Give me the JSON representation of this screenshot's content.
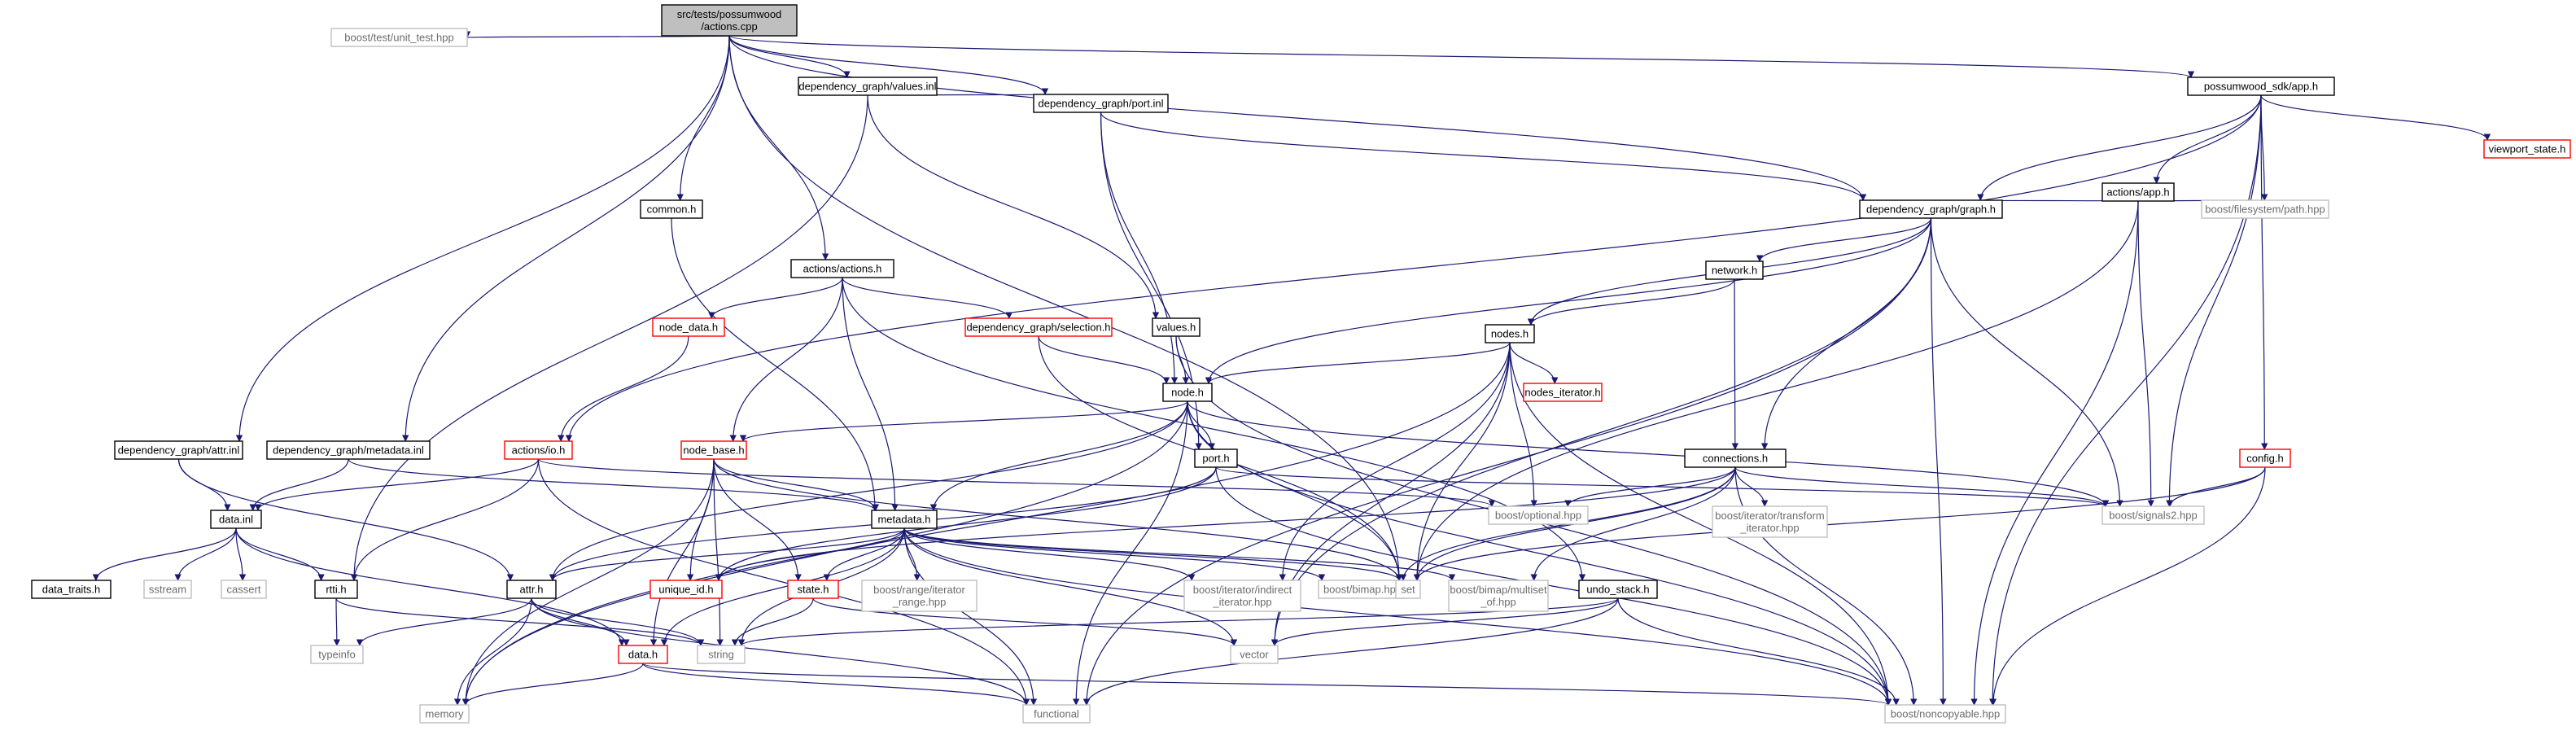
{
  "colors": {
    "root_fill": "#bfbfbf",
    "node_border": "#000000",
    "missing_border": "#ff0000",
    "external_border": "#bfbfbf",
    "edge": "#191970",
    "background": "#ffffff"
  },
  "nodes": {
    "root": {
      "lines": [
        "src/tests/possumwood",
        "/actions.cpp"
      ],
      "kind": "root"
    },
    "unit_test": {
      "lines": [
        "boost/test/unit_test.hpp"
      ],
      "kind": "external"
    },
    "values_inl": {
      "lines": [
        "dependency_graph/values.inl"
      ],
      "kind": "normal"
    },
    "port_inl": {
      "lines": [
        "dependency_graph/port.inl"
      ],
      "kind": "normal"
    },
    "app_h": {
      "lines": [
        "possumwood_sdk/app.h"
      ],
      "kind": "normal"
    },
    "viewport_state": {
      "lines": [
        "viewport_state.h"
      ],
      "kind": "missing"
    },
    "actions_app": {
      "lines": [
        "actions/app.h"
      ],
      "kind": "normal"
    },
    "fs_path": {
      "lines": [
        "boost/filesystem/path.hpp"
      ],
      "kind": "external"
    },
    "common_h": {
      "lines": [
        "common.h"
      ],
      "kind": "normal"
    },
    "graph_h": {
      "lines": [
        "dependency_graph/graph.h"
      ],
      "kind": "normal"
    },
    "actions_h": {
      "lines": [
        "actions/actions.h"
      ],
      "kind": "normal"
    },
    "network_h": {
      "lines": [
        "network.h"
      ],
      "kind": "normal"
    },
    "node_data": {
      "lines": [
        "node_data.h"
      ],
      "kind": "missing"
    },
    "selection_h": {
      "lines": [
        "dependency_graph/selection.h"
      ],
      "kind": "missing"
    },
    "values_h": {
      "lines": [
        "values.h"
      ],
      "kind": "normal"
    },
    "nodes_h": {
      "lines": [
        "nodes.h"
      ],
      "kind": "normal"
    },
    "nodes_iter": {
      "lines": [
        "nodes_iterator.h"
      ],
      "kind": "missing"
    },
    "node_h": {
      "lines": [
        "node.h"
      ],
      "kind": "normal"
    },
    "attr_inl": {
      "lines": [
        "dependency_graph/attr.inl"
      ],
      "kind": "normal"
    },
    "metadata_inl": {
      "lines": [
        "dependency_graph/metadata.inl"
      ],
      "kind": "normal"
    },
    "actions_io": {
      "lines": [
        "actions/io.h"
      ],
      "kind": "missing"
    },
    "node_base": {
      "lines": [
        "node_base.h"
      ],
      "kind": "missing"
    },
    "port_h": {
      "lines": [
        "port.h"
      ],
      "kind": "normal"
    },
    "connections_h": {
      "lines": [
        "connections.h"
      ],
      "kind": "normal"
    },
    "config_h": {
      "lines": [
        "config.h"
      ],
      "kind": "missing"
    },
    "signals2": {
      "lines": [
        "boost/signals2.hpp"
      ],
      "kind": "external"
    },
    "optional": {
      "lines": [
        "boost/optional.hpp"
      ],
      "kind": "external"
    },
    "transform_iter": {
      "lines": [
        "boost/iterator/transform",
        "_iterator.hpp"
      ],
      "kind": "external"
    },
    "data_inl": {
      "lines": [
        "data.inl"
      ],
      "kind": "normal"
    },
    "metadata_h": {
      "lines": [
        "metadata.h"
      ],
      "kind": "normal"
    },
    "data_traits": {
      "lines": [
        "data_traits.h"
      ],
      "kind": "normal"
    },
    "sstream": {
      "lines": [
        "sstream"
      ],
      "kind": "external"
    },
    "cassert": {
      "lines": [
        "cassert"
      ],
      "kind": "external"
    },
    "rtti_h": {
      "lines": [
        "rtti.h"
      ],
      "kind": "normal"
    },
    "unique_id": {
      "lines": [
        "unique_id.h"
      ],
      "kind": "missing"
    },
    "state_h": {
      "lines": [
        "state.h"
      ],
      "kind": "missing"
    },
    "range_iter": {
      "lines": [
        "boost/range/iterator",
        "_range.hpp"
      ],
      "kind": "external"
    },
    "indirect_iter": {
      "lines": [
        "boost/iterator/indirect",
        "_iterator.hpp"
      ],
      "kind": "external"
    },
    "bimap": {
      "lines": [
        "boost/bimap.hpp"
      ],
      "kind": "external"
    },
    "bimap_multiset": {
      "lines": [
        "boost/bimap/multiset",
        "_of.hpp"
      ],
      "kind": "external"
    },
    "set": {
      "lines": [
        "set"
      ],
      "kind": "external"
    },
    "undo_stack": {
      "lines": [
        "undo_stack.h"
      ],
      "kind": "normal"
    },
    "attr_h": {
      "lines": [
        "attr.h"
      ],
      "kind": "normal"
    },
    "typeinfo": {
      "lines": [
        "typeinfo"
      ],
      "kind": "external"
    },
    "data_h": {
      "lines": [
        "data.h"
      ],
      "kind": "missing"
    },
    "string": {
      "lines": [
        "string"
      ],
      "kind": "external"
    },
    "vector": {
      "lines": [
        "vector"
      ],
      "kind": "external"
    },
    "memory": {
      "lines": [
        "memory"
      ],
      "kind": "external"
    },
    "functional": {
      "lines": [
        "functional"
      ],
      "kind": "external"
    },
    "noncopyable": {
      "lines": [
        "boost/noncopyable.hpp"
      ],
      "kind": "external"
    }
  },
  "edges": [
    [
      "root",
      "unit_test"
    ],
    [
      "root",
      "values_inl"
    ],
    [
      "root",
      "port_inl"
    ],
    [
      "root",
      "app_h"
    ],
    [
      "root",
      "common_h"
    ],
    [
      "root",
      "actions_h"
    ],
    [
      "root",
      "attr_inl"
    ],
    [
      "root",
      "metadata_inl"
    ],
    [
      "root",
      "graph_h"
    ],
    [
      "root",
      "set"
    ],
    [
      "values_inl",
      "port_inl"
    ],
    [
      "values_inl",
      "values_h"
    ],
    [
      "values_inl",
      "rtti_h"
    ],
    [
      "port_inl",
      "graph_h"
    ],
    [
      "port_inl",
      "node_h"
    ],
    [
      "port_inl",
      "port_h"
    ],
    [
      "app_h",
      "actions_app"
    ],
    [
      "app_h",
      "fs_path"
    ],
    [
      "app_h",
      "viewport_state"
    ],
    [
      "app_h",
      "config_h"
    ],
    [
      "app_h",
      "signals2"
    ],
    [
      "app_h",
      "noncopyable"
    ],
    [
      "app_h",
      "graph_h"
    ],
    [
      "app_h",
      "actions_io"
    ],
    [
      "actions_app",
      "graph_h"
    ],
    [
      "actions_app",
      "fs_path"
    ],
    [
      "actions_app",
      "signals2"
    ],
    [
      "actions_app",
      "noncopyable"
    ],
    [
      "actions_app",
      "set"
    ],
    [
      "common_h",
      "metadata_h"
    ],
    [
      "graph_h",
      "network_h"
    ],
    [
      "graph_h",
      "nodes_h"
    ],
    [
      "graph_h",
      "node_h"
    ],
    [
      "graph_h",
      "connections_h"
    ],
    [
      "graph_h",
      "signals2"
    ],
    [
      "graph_h",
      "noncopyable"
    ],
    [
      "graph_h",
      "functional"
    ],
    [
      "graph_h",
      "vector"
    ],
    [
      "actions_h",
      "node_data"
    ],
    [
      "actions_h",
      "selection_h"
    ],
    [
      "actions_h",
      "node_base"
    ],
    [
      "actions_h",
      "metadata_h"
    ],
    [
      "actions_h",
      "undo_stack"
    ],
    [
      "network_h",
      "nodes_h"
    ],
    [
      "network_h",
      "connections_h"
    ],
    [
      "node_data",
      "actions_io"
    ],
    [
      "selection_h",
      "node_h"
    ],
    [
      "selection_h",
      "set"
    ],
    [
      "values_h",
      "node_h"
    ],
    [
      "values_h",
      "noncopyable"
    ],
    [
      "nodes_h",
      "node_h"
    ],
    [
      "nodes_h",
      "nodes_iter"
    ],
    [
      "nodes_h",
      "optional"
    ],
    [
      "nodes_h",
      "indirect_iter"
    ],
    [
      "nodes_h",
      "noncopyable"
    ],
    [
      "nodes_h",
      "memory"
    ],
    [
      "nodes_h",
      "set"
    ],
    [
      "nodes_h",
      "vector"
    ],
    [
      "node_h",
      "node_base"
    ],
    [
      "node_h",
      "port_h"
    ],
    [
      "node_h",
      "metadata_h"
    ],
    [
      "node_h",
      "attr_h"
    ],
    [
      "node_h",
      "signals2"
    ],
    [
      "node_h",
      "functional"
    ],
    [
      "node_h",
      "memory"
    ],
    [
      "node_h",
      "noncopyable"
    ],
    [
      "node_h",
      "set"
    ],
    [
      "attr_inl",
      "data_inl"
    ],
    [
      "attr_inl",
      "attr_h"
    ],
    [
      "metadata_inl",
      "data_inl"
    ],
    [
      "metadata_inl",
      "metadata_h"
    ],
    [
      "actions_io",
      "data_inl"
    ],
    [
      "actions_io",
      "rtti_h"
    ],
    [
      "actions_io",
      "functional"
    ],
    [
      "actions_io",
      "optional"
    ],
    [
      "node_base",
      "metadata_h"
    ],
    [
      "node_base",
      "unique_id"
    ],
    [
      "node_base",
      "state_h"
    ],
    [
      "node_base",
      "data_h"
    ],
    [
      "node_base",
      "string"
    ],
    [
      "node_base",
      "memory"
    ],
    [
      "node_base",
      "set"
    ],
    [
      "port_h",
      "attr_h"
    ],
    [
      "port_h",
      "unique_id"
    ],
    [
      "port_h",
      "signals2"
    ],
    [
      "port_h",
      "noncopyable"
    ],
    [
      "connections_h",
      "optional"
    ],
    [
      "connections_h",
      "transform_iter"
    ],
    [
      "connections_h",
      "signals2"
    ],
    [
      "connections_h",
      "bimap"
    ],
    [
      "connections_h",
      "bimap_multiset"
    ],
    [
      "connections_h",
      "noncopyable"
    ],
    [
      "connections_h",
      "set"
    ],
    [
      "connections_h",
      "unique_id"
    ],
    [
      "config_h",
      "signals2"
    ],
    [
      "config_h",
      "noncopyable"
    ],
    [
      "config_h",
      "set"
    ],
    [
      "data_inl",
      "data_traits"
    ],
    [
      "data_inl",
      "sstream"
    ],
    [
      "data_inl",
      "cassert"
    ],
    [
      "data_inl",
      "rtti_h"
    ],
    [
      "data_inl",
      "data_h"
    ],
    [
      "metadata_h",
      "attr_h"
    ],
    [
      "metadata_h",
      "unique_id"
    ],
    [
      "metadata_h",
      "state_h"
    ],
    [
      "metadata_h",
      "range_iter"
    ],
    [
      "metadata_h",
      "indirect_iter"
    ],
    [
      "metadata_h",
      "bimap"
    ],
    [
      "metadata_h",
      "bimap_multiset"
    ],
    [
      "metadata_h",
      "set"
    ],
    [
      "metadata_h",
      "data_h"
    ],
    [
      "metadata_h",
      "string"
    ],
    [
      "metadata_h",
      "vector"
    ],
    [
      "metadata_h",
      "functional"
    ],
    [
      "metadata_h",
      "noncopyable"
    ],
    [
      "rtti_h",
      "typeinfo"
    ],
    [
      "rtti_h",
      "string"
    ],
    [
      "state_h",
      "string"
    ],
    [
      "state_h",
      "vector"
    ],
    [
      "undo_stack",
      "vector"
    ],
    [
      "undo_stack",
      "functional"
    ],
    [
      "undo_stack",
      "noncopyable"
    ],
    [
      "undo_stack",
      "string"
    ],
    [
      "attr_h",
      "data_h"
    ],
    [
      "attr_h",
      "string"
    ],
    [
      "attr_h",
      "memory"
    ],
    [
      "attr_h",
      "typeinfo"
    ],
    [
      "attr_h",
      "functional"
    ],
    [
      "data_h",
      "memory"
    ],
    [
      "data_h",
      "functional"
    ],
    [
      "data_h",
      "noncopyable"
    ]
  ]
}
